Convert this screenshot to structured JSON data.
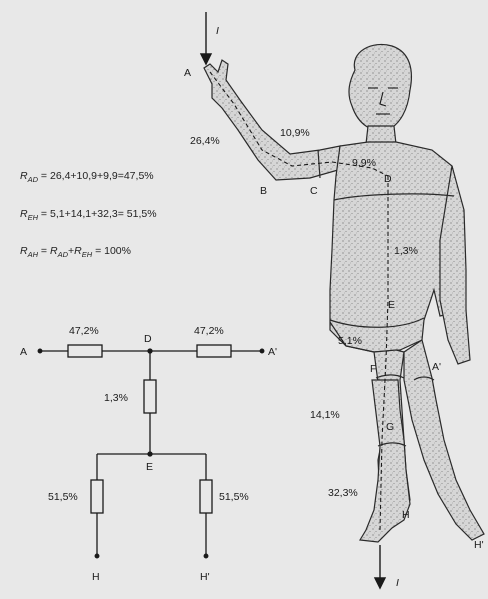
{
  "formulas": {
    "r_ad": {
      "sym": "R",
      "sub": "AD",
      "rhs": " = 26,4+10,9+9,9=47,5%"
    },
    "r_eh": {
      "sym": "R",
      "sub": "EH",
      "rhs": " = 5,1+14,1+32,3= 51,5%"
    },
    "r_ah": {
      "sym": "R",
      "sub": "AH",
      "rhs": " = ",
      "sym2": "R",
      "sub2": "AD",
      "plus": "+",
      "sym3": "R",
      "sub3": "EH",
      "tail": " = 100%"
    }
  },
  "circuit": {
    "node_a": "A",
    "node_a_prime": "A'",
    "node_d": "D",
    "node_e": "E",
    "node_h": "H",
    "node_h_prime": "H'",
    "r_left": "47,2%",
    "r_right": "47,2%",
    "r_trunk": "1,3%",
    "r_leg_left": "51,5%",
    "r_leg_right": "51,5%"
  },
  "figure": {
    "current_in": "I",
    "current_out": "I",
    "point_a": "A",
    "point_b": "B",
    "point_c": "C",
    "point_d": "D",
    "point_e": "E",
    "point_f": "F",
    "point_g": "G",
    "point_h": "H",
    "point_a_prime": "A'",
    "point_h_prime": "H'",
    "pct_forearm": "26,4%",
    "pct_upperarm": "10,9%",
    "pct_shoulder": "9,9%",
    "pct_trunk": "1,3%",
    "pct_thigh": "5,1%",
    "pct_knee": "14,1%",
    "pct_shin": "32,3%"
  },
  "colors": {
    "background": "#e8e8e8",
    "ink": "#1a1a1a",
    "body_fill": "#d4d4d4",
    "stipple": "#6a6a6a"
  }
}
